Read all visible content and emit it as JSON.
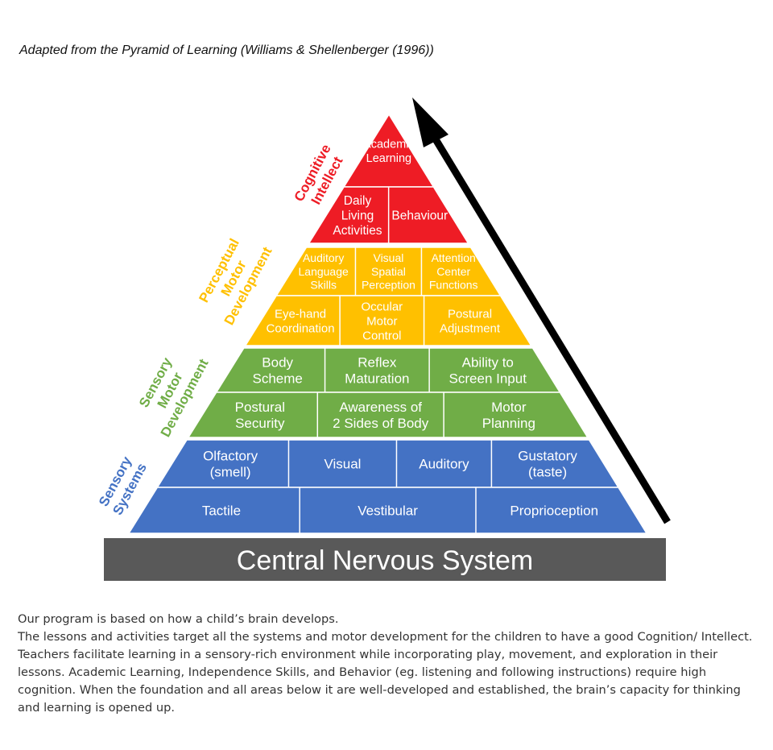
{
  "caption": "Adapted from the Pyramid of Learning (Williams & Shellenberger (1996))",
  "colors": {
    "cognitive": "#ee1c25",
    "perceptual": "#ffc000",
    "sensory_motor": "#70ad47",
    "sensory_systems": "#4472c4",
    "cns": "#595959",
    "arrow": "#000000"
  },
  "levels": {
    "cognitive": {
      "label": [
        "Cognitive",
        "Intellect"
      ],
      "rows": [
        [
          "Academic Learning"
        ],
        [
          "Daily Living Activities",
          "Behaviour"
        ]
      ]
    },
    "perceptual": {
      "label": [
        "Perceptual",
        "Motor",
        "Development"
      ],
      "rows": [
        [
          "Auditory Language Skills",
          "Visual Spatial Perception",
          "Attention Center Functions"
        ],
        [
          "Eye-hand Coordination",
          "Occular Motor Control",
          "Postural Adjustment"
        ]
      ]
    },
    "sensory_motor": {
      "label": [
        "Sensory",
        "Motor",
        "Development"
      ],
      "rows": [
        [
          "Body Scheme",
          "Reflex Maturation",
          "Ability to Screen Input"
        ],
        [
          "Postural Security",
          "Awareness of 2 Sides of Body",
          "Motor Planning"
        ]
      ]
    },
    "sensory_systems": {
      "label": [
        "Sensory",
        "Systems"
      ],
      "rows": [
        [
          "Olfactory (smell)",
          "Visual",
          "Auditory",
          "Gustatory (taste)"
        ],
        [
          "Tactile",
          "Vestibular",
          "Proprioception"
        ]
      ]
    }
  },
  "base": "Central Nervous System",
  "description": [
    "Our program is based on how a child’s brain develops.",
    "The lessons and activities target all the systems and motor development for the children to have a good Cognition/ Intellect. Teachers facilitate learning in a sensory-rich environment while incorporating play, movement, and exploration in their lessons. Academic Learning, Independence Skills, and Behavior (eg. listening and following instructions) require high cognition. When the foundation and all areas below it are well-developed and established, the brain’s capacity for thinking and learning is opened up."
  ]
}
